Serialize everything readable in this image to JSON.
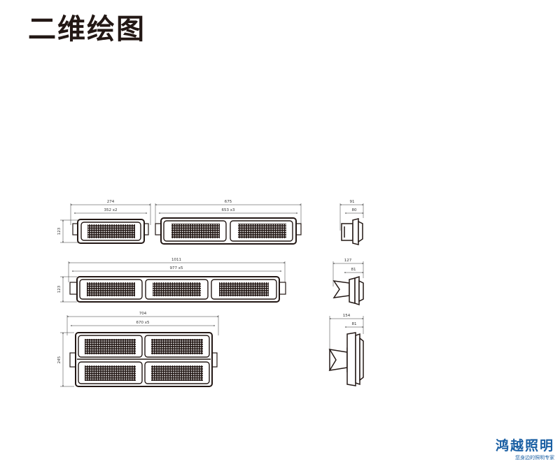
{
  "page": {
    "title": "二维绘图"
  },
  "views": {
    "front_1": {
      "overall_width": "274",
      "inner_width": "352 x2",
      "height": "123"
    },
    "front_2": {
      "overall_width": "675",
      "inner_width": "653 x3"
    },
    "front_3": {
      "overall_width": "1011",
      "inner_width": "977 x5",
      "height": "123"
    },
    "front_4": {
      "overall_width": "704",
      "inner_width": "670 x5",
      "height": "245"
    },
    "side_1": {
      "overall_depth": "91",
      "inner_depth": "80"
    },
    "side_2": {
      "overall_depth": "127",
      "inner_depth": "81"
    },
    "side_3": {
      "overall_depth": "154",
      "inner_depth": "81"
    }
  },
  "brand": {
    "name": "鸿越照明",
    "tagline": "您身边的照明专家",
    "color": "#1a5fa3"
  },
  "colors": {
    "outline": "#231815",
    "dimension": "#333333"
  }
}
